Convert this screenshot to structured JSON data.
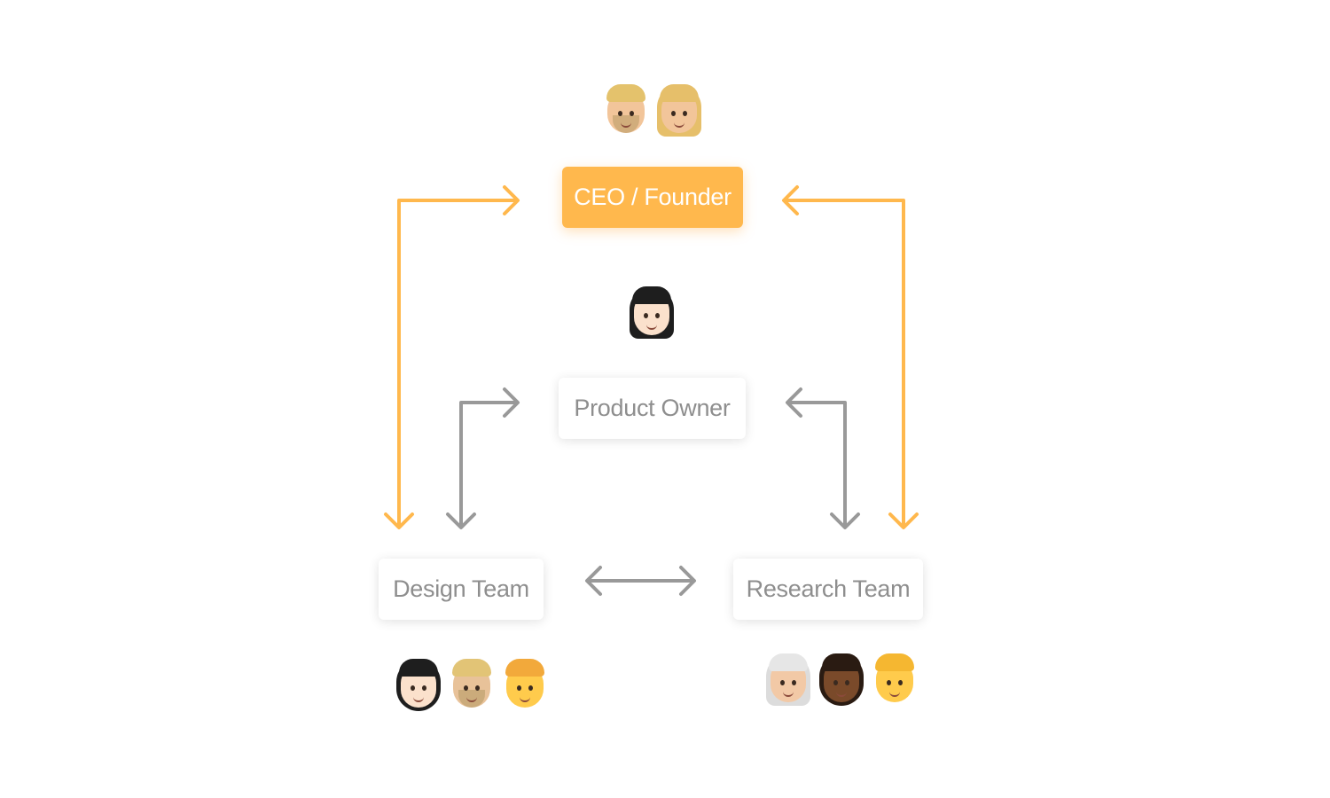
{
  "nodes": {
    "ceo": {
      "label": "CEO / Founder",
      "color": "#FFB84D"
    },
    "product_owner": {
      "label": "Product Owner"
    },
    "design_team": {
      "label": "Design Team"
    },
    "research_team": {
      "label": "Research Team"
    }
  },
  "people": {
    "ceo": [
      "blond-man-beard",
      "blond-woman"
    ],
    "product_owner": [
      "woman-dark-hair"
    ],
    "design_team": [
      "woman-curly-dark-hair",
      "blond-man-beard",
      "man-curly-blond-hair"
    ],
    "research_team": [
      "woman-white-hair",
      "woman-curly-dark-skin",
      "blond-man"
    ]
  },
  "colors": {
    "accent_arrow": "#FFB84D",
    "neutral_arrow": "#999999",
    "secondary_text": "#8E8E8E"
  },
  "connections": [
    {
      "from": "ceo",
      "to": "design_team",
      "style": "accent",
      "bidirectional": true
    },
    {
      "from": "ceo",
      "to": "research_team",
      "style": "accent",
      "bidirectional": true
    },
    {
      "from": "product_owner",
      "to": "design_team",
      "style": "neutral",
      "bidirectional": true
    },
    {
      "from": "product_owner",
      "to": "research_team",
      "style": "neutral",
      "bidirectional": true
    },
    {
      "from": "design_team",
      "to": "research_team",
      "style": "neutral",
      "bidirectional": true
    }
  ]
}
